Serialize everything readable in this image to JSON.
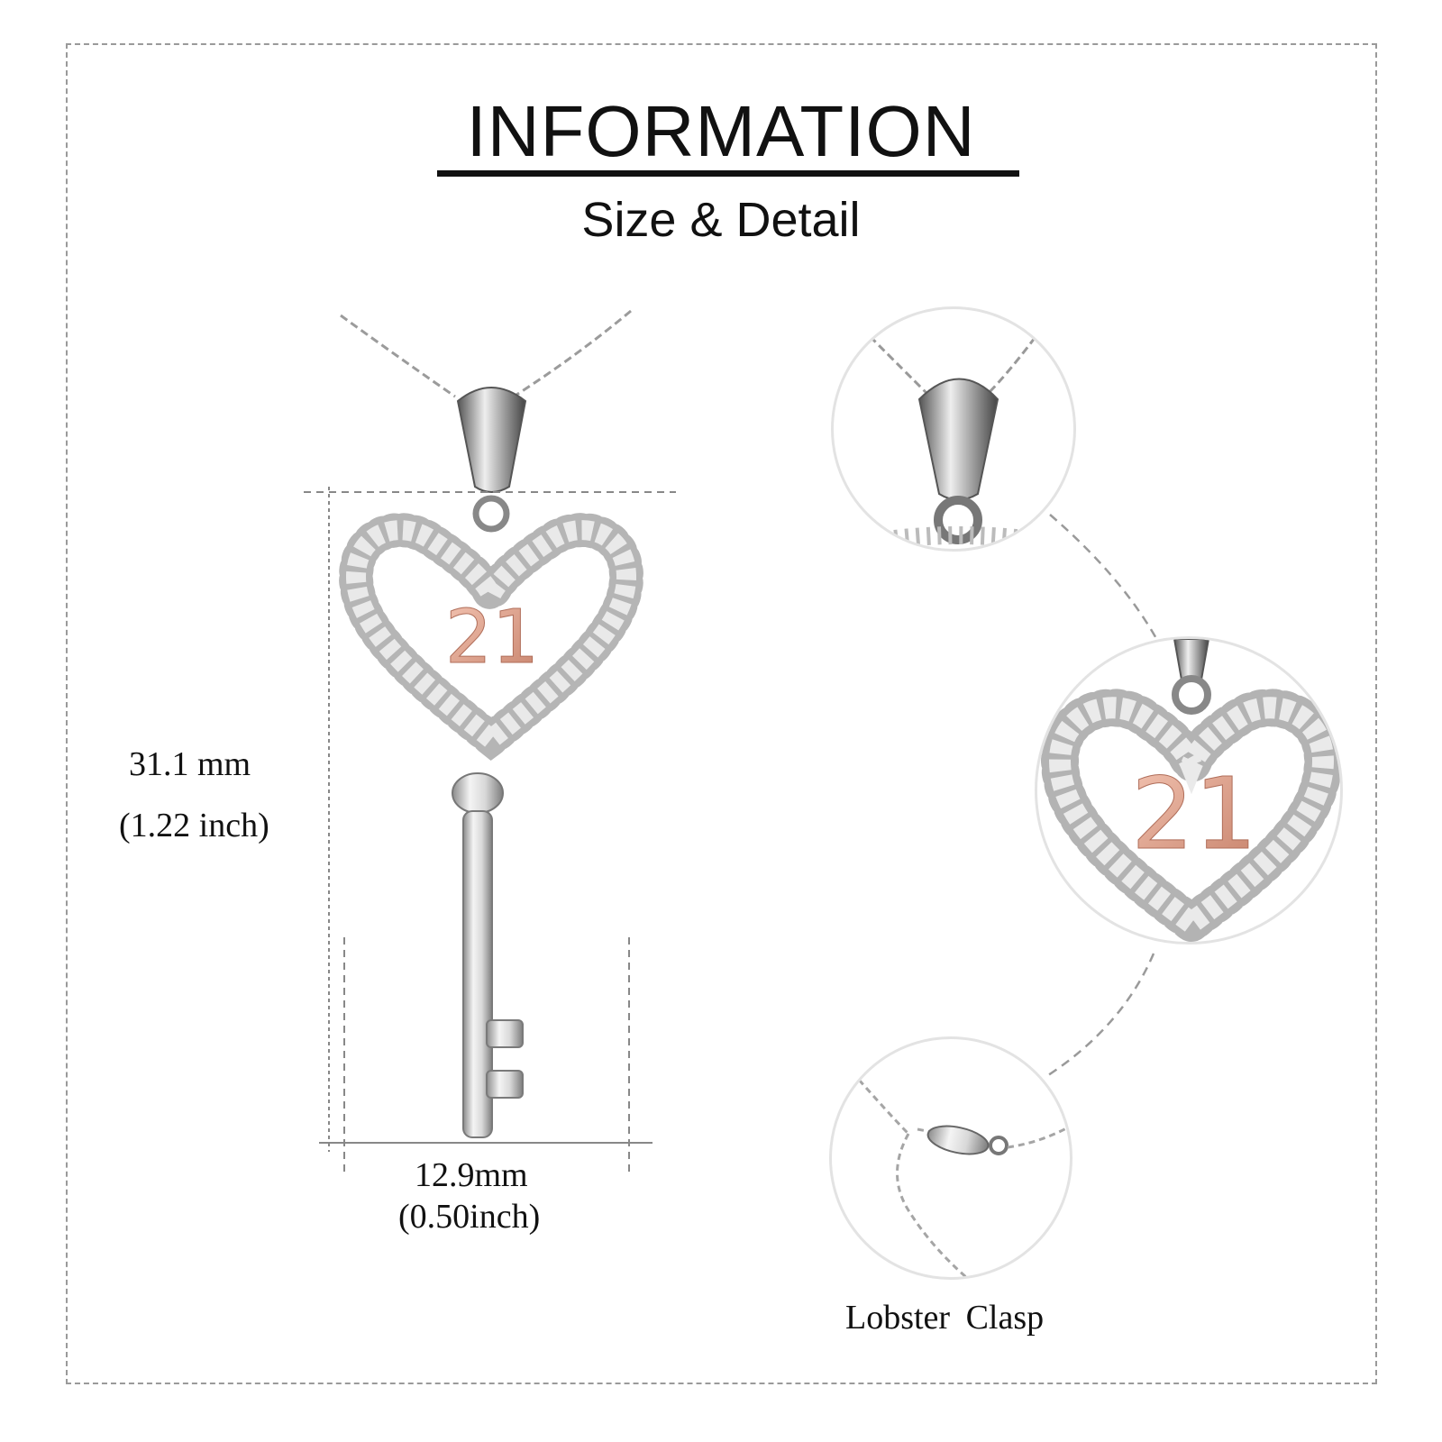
{
  "header": {
    "title": "INFORMATION",
    "subtitle": "Size & Detail"
  },
  "dimensions": {
    "height_mm": "31.1 mm",
    "height_inch": "(1.22 inch)",
    "width_mm": "12.9mm",
    "width_inch": "(0.50inch)"
  },
  "pendant": {
    "number": "21"
  },
  "details": {
    "clasp_label": "Lobster  Clasp"
  },
  "colors": {
    "frame": "#9a9a9a",
    "silver": "#c8c8c8",
    "rose_gold": "#d49a86",
    "text": "#111111"
  }
}
